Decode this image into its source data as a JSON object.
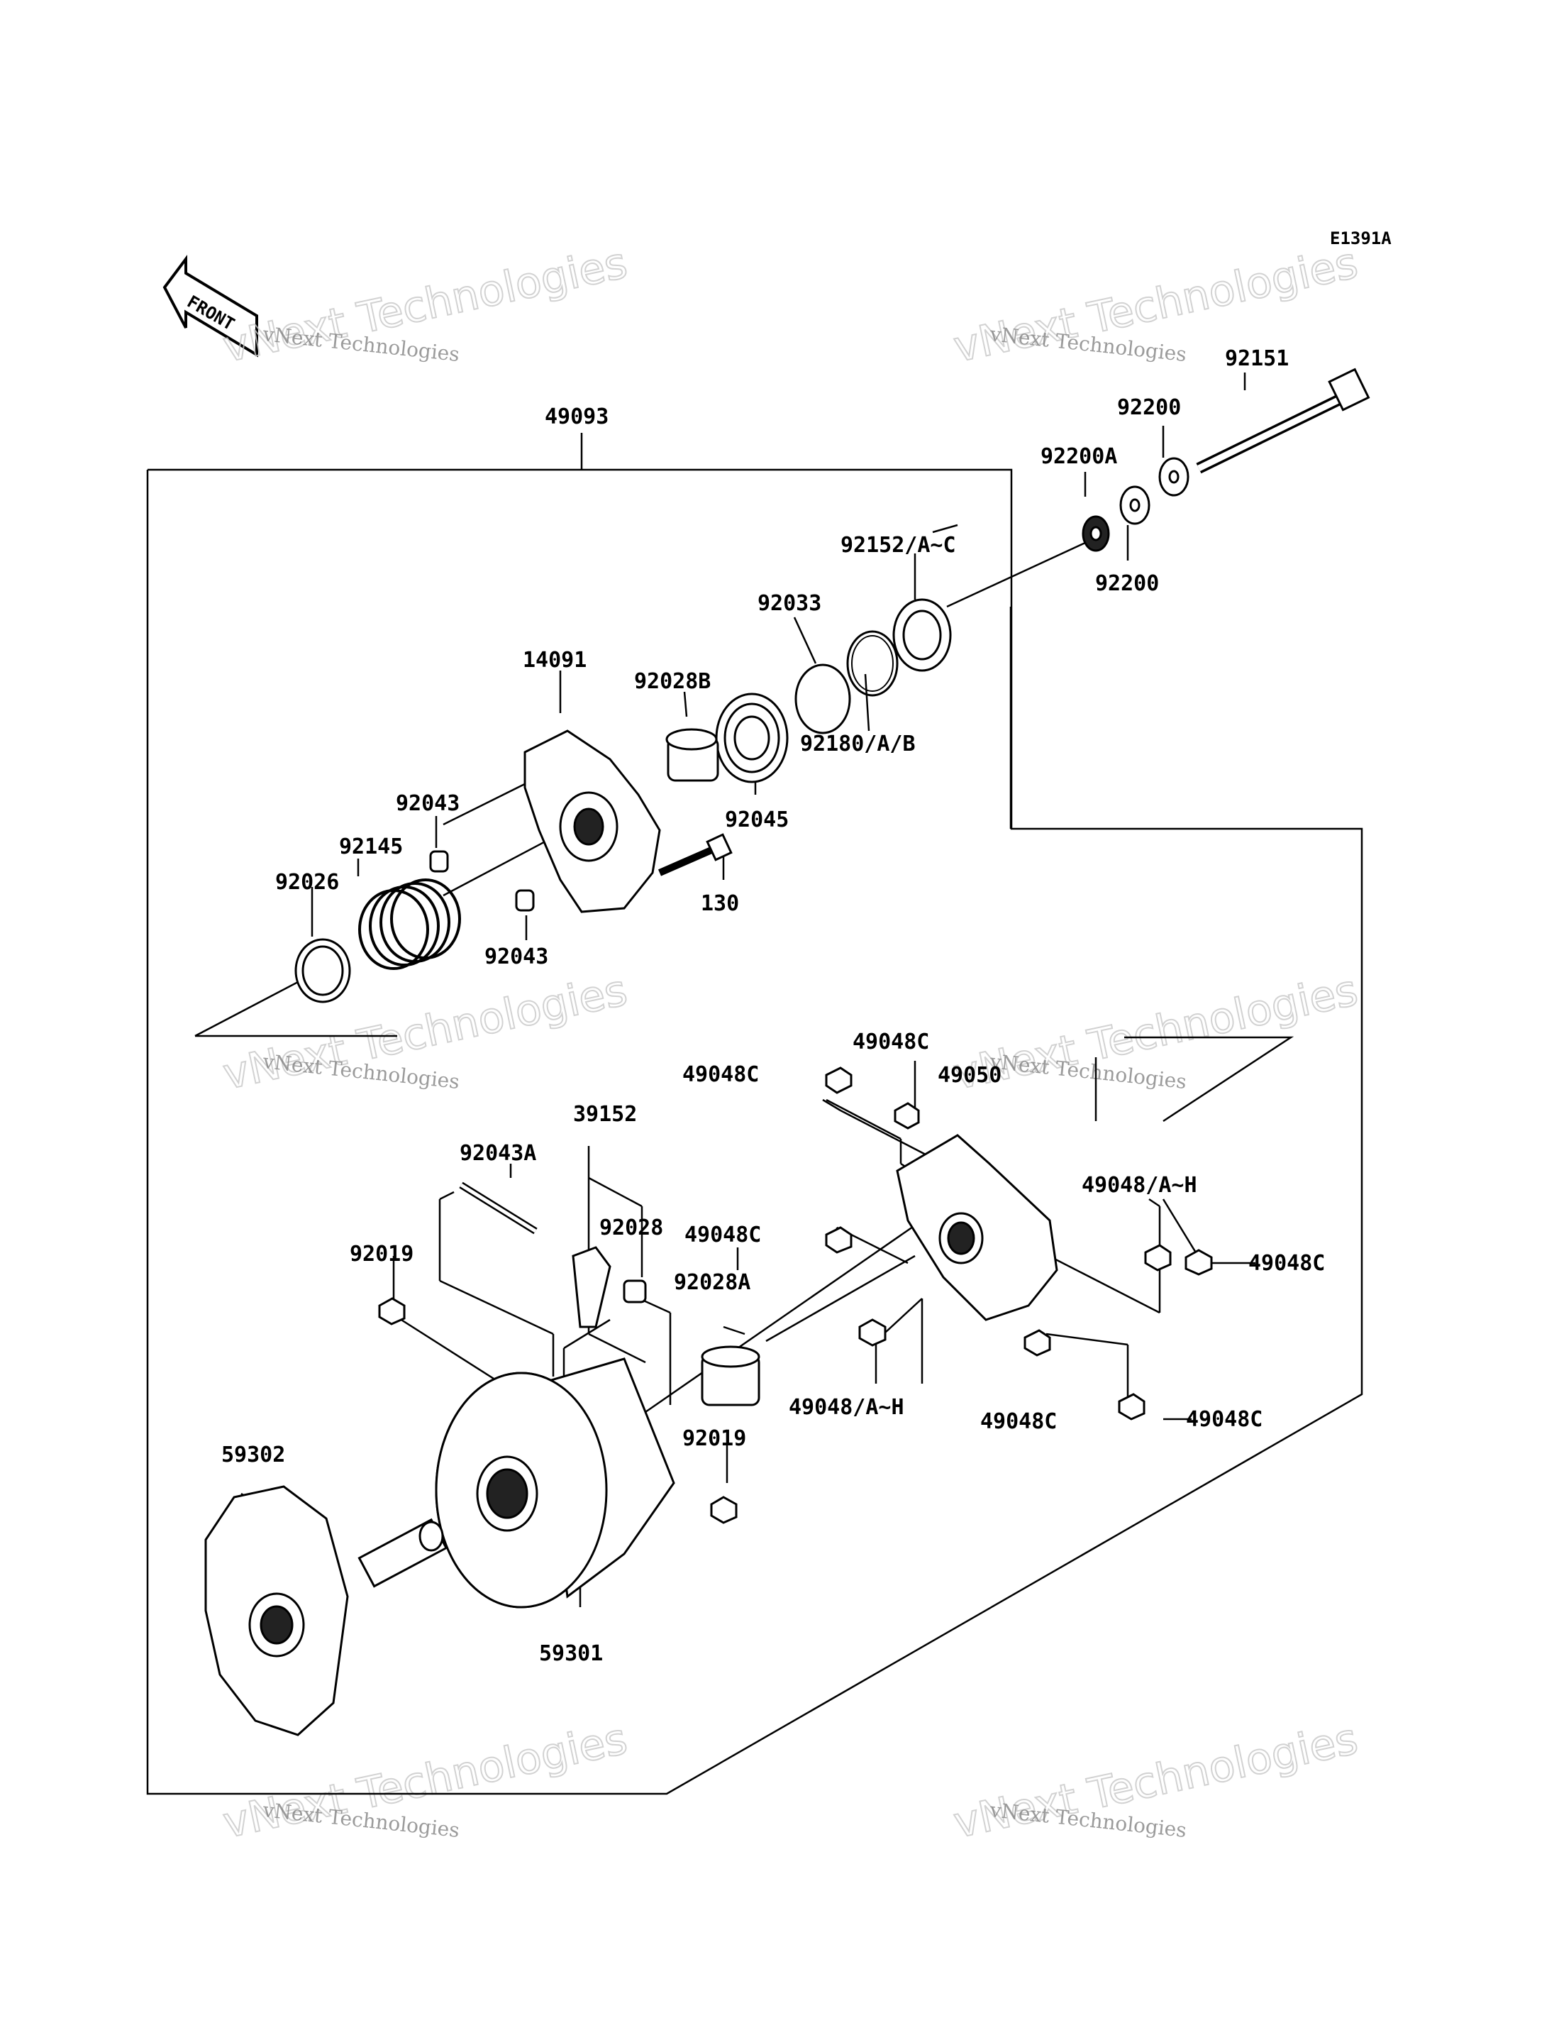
{
  "diagram_code": "E1391A",
  "front_label": "FRONT",
  "watermarks": [
    {
      "line1": "vNext Technologies",
      "line2": "vNext Technologies"
    },
    {
      "line1": "vNext Technologies",
      "line2": "vNext Technologies"
    },
    {
      "line1": "vNext Technologies",
      "line2": "vNext Technologies"
    },
    {
      "line1": "vNext Technologies",
      "line2": "vNext Technologies"
    },
    {
      "line1": "vNext Technologies",
      "line2": "vNext Technologies"
    },
    {
      "line1": "vNext Technologies",
      "line2": "vNext Technologies"
    }
  ],
  "labels": {
    "l49093": "49093",
    "l92151": "92151",
    "l92200_top": "92200",
    "l92200A": "92200A",
    "l92200_bot": "92200",
    "l92152": "92152/A~C",
    "l92033": "92033",
    "l14091": "14091",
    "l92028B": "92028B",
    "l92180": "92180/A/B",
    "l92045": "92045",
    "l92043_top": "92043",
    "l92145": "92145",
    "l92026": "92026",
    "l130": "130",
    "l92043_bot": "92043",
    "l49048C_1": "49048C",
    "l49048C_2": "49048C",
    "l49050": "49050",
    "l39152": "39152",
    "l92043A": "92043A",
    "l92028": "92028",
    "l49048AH_1": "49048/A~H",
    "l49048C_3": "49048C",
    "l92019_top": "92019",
    "l92028A": "92028A",
    "l49048C_4": "49048C",
    "l49048AH_2": "49048/A~H",
    "l49048C_5": "49048C",
    "l49048C_6": "49048C",
    "l92019_bot": "92019",
    "l59302": "59302",
    "l59301": "59301"
  }
}
